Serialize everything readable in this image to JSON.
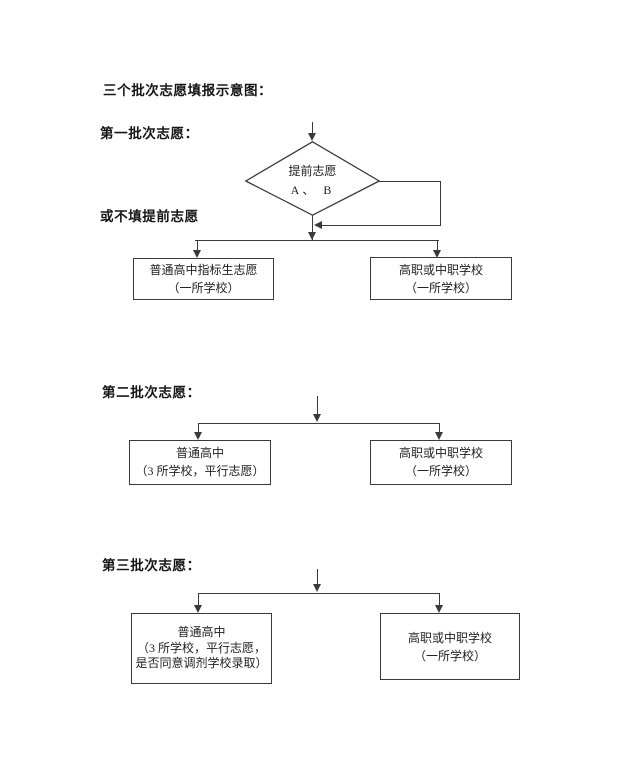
{
  "page_title": "三个批次志愿填报示意图：",
  "colors": {
    "line": "#3a3a3a",
    "text": "#1f1f1f",
    "background": "#ffffff"
  },
  "sections": [
    {
      "heading": "第一批次志愿：",
      "side_label": "或不填提前志愿",
      "diamond": {
        "line1": "提前志愿",
        "line2": "A、 B"
      },
      "left_box": {
        "line1": "普通高中指标生志愿",
        "line2": "（一所学校）"
      },
      "right_box": {
        "line1": "高职或中职学校",
        "line2": "（一所学校）"
      }
    },
    {
      "heading": "第二批次志愿：",
      "left_box": {
        "line1": "普通高中",
        "line2": "（3 所学校，平行志愿）"
      },
      "right_box": {
        "line1": "高职或中职学校",
        "line2": "（一所学校）"
      }
    },
    {
      "heading": "第三批次志愿：",
      "left_box": {
        "line1": "普通高中",
        "line2": "（3 所学校，平行志愿，",
        "line3": "是否同意调剂学校录取）"
      },
      "right_box": {
        "line1": "高职或中职学校",
        "line2": "（一所学校）"
      }
    }
  ]
}
